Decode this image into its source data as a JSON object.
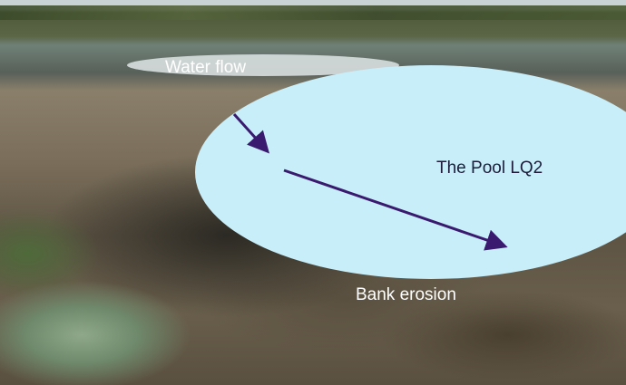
{
  "annotations": {
    "water_flow": "Water flow",
    "pool": "The Pool LQ2",
    "bank_erosion": "Bank erosion"
  },
  "colors": {
    "pool_fill": "#c8eefa",
    "arrow": "#3a1a6e"
  }
}
